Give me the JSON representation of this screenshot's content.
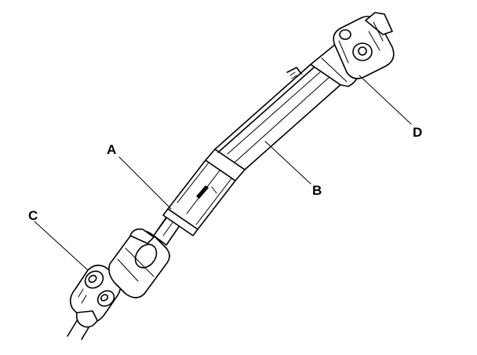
{
  "callouts": [
    {
      "id": "A",
      "label": "A"
    },
    {
      "id": "B",
      "label": "B"
    },
    {
      "id": "C",
      "label": "C"
    },
    {
      "id": "D",
      "label": "D"
    }
  ],
  "colors": {
    "line": "#000000",
    "background": "#ffffff"
  }
}
